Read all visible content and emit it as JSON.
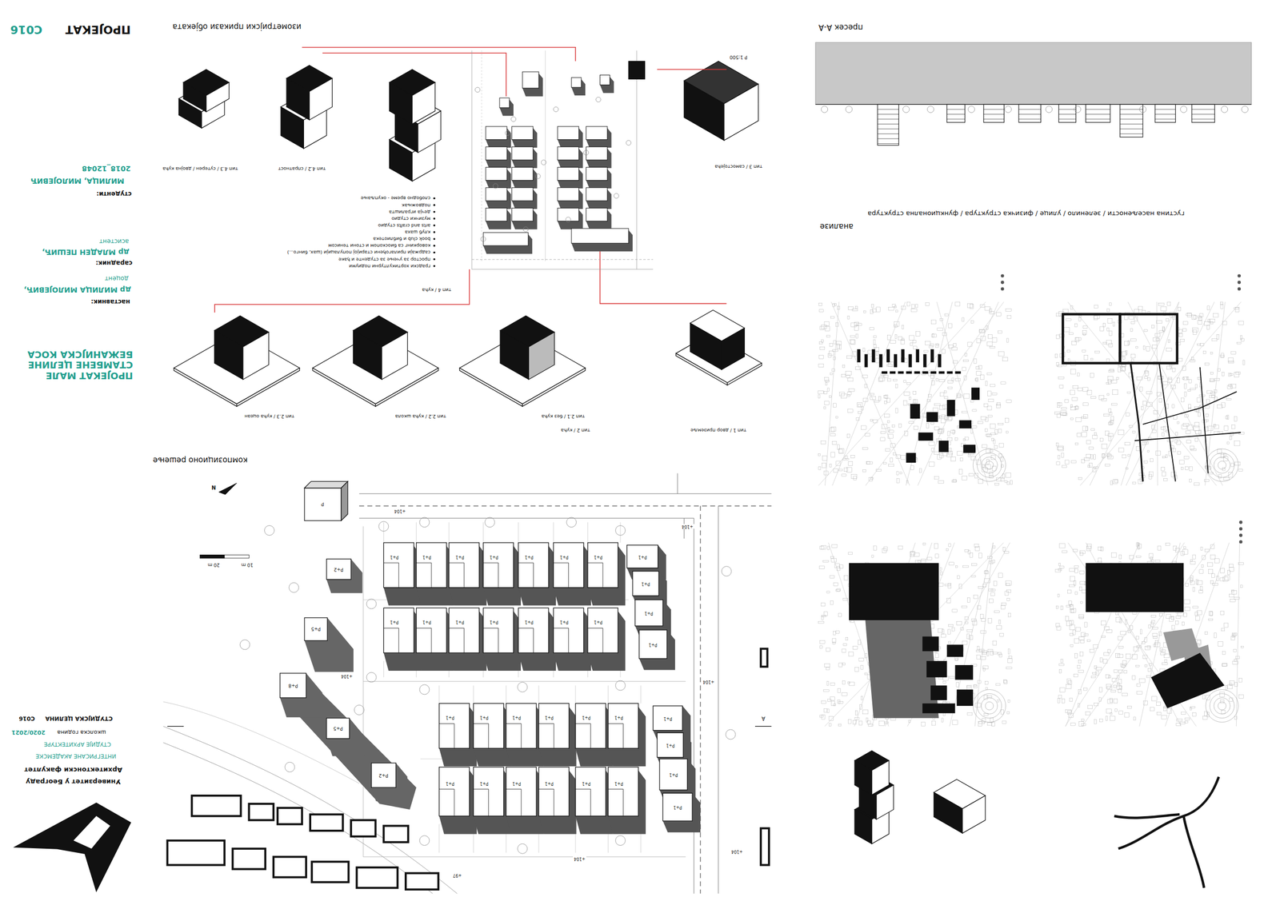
{
  "diagram": {
    "title": "ПРОЈЕКАТ МАЛЕ СТАМБЕНЕ ЦЕЛИНЕ БЕЖАНИЈСКА КОСА",
    "labels": [
      "ПРОЈЕКАТ",
      "С016",
      "студенти:",
      "МИЛИЦА, МИЛОЈЕВИЋ",
      "2018_12048",
      "наставник:",
      "др МИЛИЦА МИЛОЈЕВИЋ,",
      "доцент",
      "сарадник:",
      "др МЛАДЕН ПЕШИЋ,",
      "асистент",
      "Универзитет у Београду",
      "Архитектонски факултет",
      "ИНТЕГРИСАНЕ АКАДЕМСКЕ",
      "СТУДИЈЕ АРХИТЕКТУРЕ",
      "школска година",
      "2020/2021",
      "СТУДИЈСКА ЦЕЛИНА",
      "С016",
      "изометријски прикази објеката",
      "Р 1:500",
      "тип 3 / самостојећа",
      "тип 4.2 / спратност",
      "тип 4.3 / сутерен / двојна кућа",
      "тип 4 / кућа",
      "слободно време - окупљање",
      "подвожњак",
      "дечја игралишта",
      "музички студио",
      "arts and crafts студио",
      "клуб шаха",
      "book club и библиотека",
      "коворкинг са биоскопом и стони тенисом",
      "садржаји прилагођени старијој популацији (шах, бинго...)",
      "простор за учење за студенте и ђаке",
      "градски хортикултурни подиуми",
      "тип 1 / двор приземље",
      "тип 2 / кућа",
      "тип 2.1 / без кућа",
      "тип 2.2 / кућа школа",
      "тип 2.3 / кућа оцеан",
      "композиционо решење",
      "N",
      "10 m",
      "20 m",
      "P",
      "P+2",
      "P+5",
      "P+8",
      "P+5",
      "P+2",
      "P+1",
      "P+1",
      "P+1",
      "P+1",
      "P+1",
      "P+1",
      "P+1",
      "P+1",
      "P+1",
      "P+1",
      "P+1",
      "P+1",
      "P+1",
      "P+1",
      "P+1",
      "P+1",
      "P+1",
      "P+1",
      "P+1",
      "P+1",
      "P+1",
      "P+1",
      "P+1",
      "P+1",
      "P+1",
      "P+1",
      "P+1",
      "P+1",
      "P+1",
      "P+1",
      "P+1",
      "P+1",
      "P+1",
      "P+1",
      "+104",
      "+104",
      "+104",
      "+104",
      "+104",
      "+104",
      "+97",
      "A",
      "пресек А-А",
      "анализе",
      "густина насељености / зеленило / улице / физичка структура / функционална структура"
    ]
  }
}
